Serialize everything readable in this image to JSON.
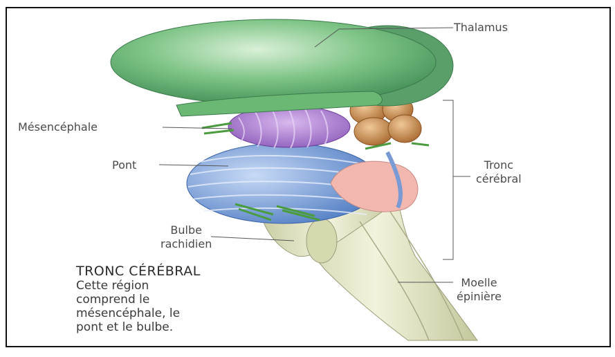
{
  "labels": {
    "thalamus": "Thalamus",
    "mesencephale": "Mésencéphale",
    "pont": "Pont",
    "bulbe": "Bulbe\nrachidien",
    "tronc": "Tronc\ncérébral",
    "moelle": "Moelle\népinière"
  },
  "caption": {
    "title": "TRONC CÉRÉBRAL",
    "text": "Cette région\ncomprend le\nmésencéphale, le\npont et le bulbe."
  },
  "colors": {
    "thalamus": "#5aaa6a",
    "mesencephale": "#a070c8",
    "pont": "#5a88cc",
    "tectum": "#c08040",
    "spinal_cord": "#e2e6c0",
    "leader_lines": "#555555"
  }
}
